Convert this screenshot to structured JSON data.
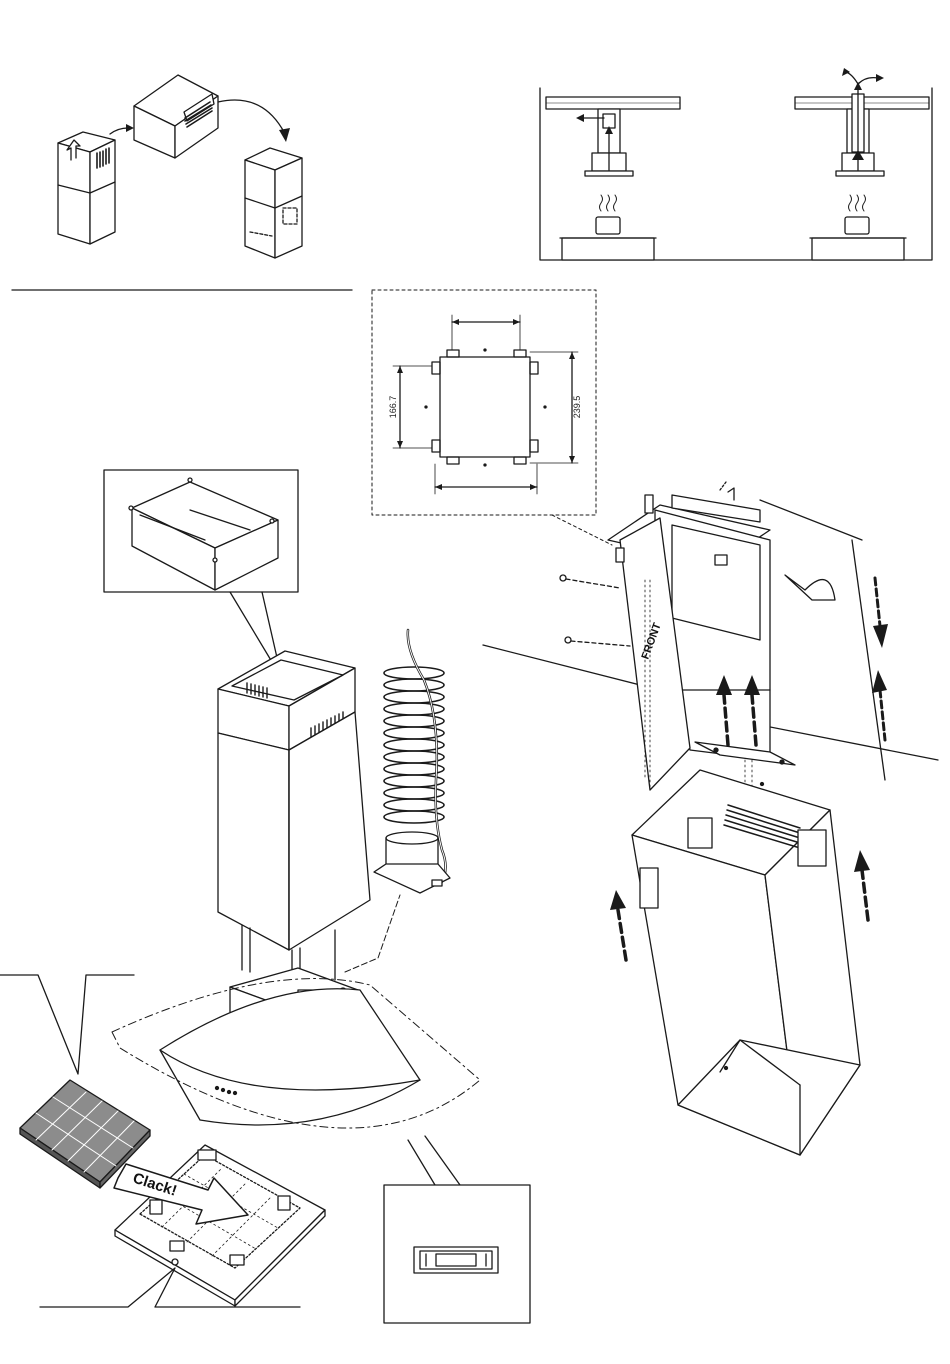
{
  "figure": {
    "dimension_width_label": "166.7",
    "dimension_height_label": "239.5",
    "front_label": "FRONT",
    "clack_label": "Clack!"
  },
  "colors": {
    "line": "#1a1a1a",
    "filter_fill": "#8c8c8c",
    "panel_bg": "#ffffff"
  }
}
